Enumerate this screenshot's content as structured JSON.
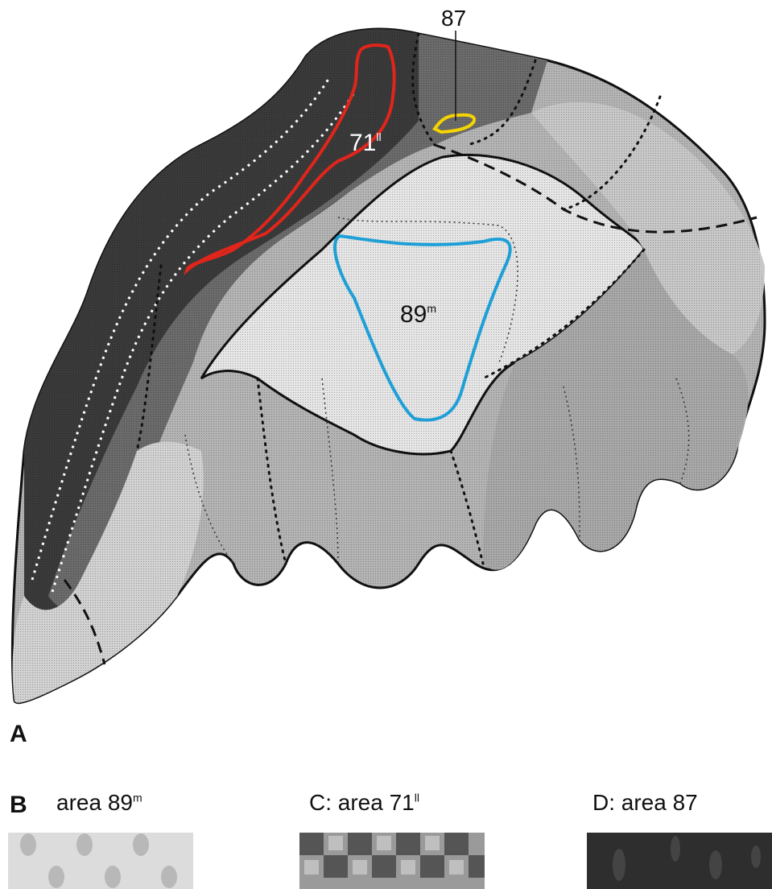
{
  "panel_a": {
    "letter": "A",
    "labels": {
      "area_71": {
        "base": "71",
        "sup": "ll",
        "outline_color": "#e1251b"
      },
      "area_87": {
        "base": "87",
        "outline_color": "#f5d400"
      },
      "area_89": {
        "base": "89",
        "sup": "m",
        "outline_color": "#1e9fd6"
      }
    }
  },
  "panel_b": {
    "letter": "B",
    "title_base": "area 89",
    "title_sup": "m"
  },
  "panel_c": {
    "title_base": "C: area 71",
    "title_sup": "ll"
  },
  "panel_d": {
    "title_base": "D: area 87"
  },
  "colors": {
    "shade_darkest": "#3a3a3a",
    "shade_dark": "#6b6b6b",
    "shade_mid": "#9c9c9c",
    "shade_light": "#c8c8c8",
    "shade_lightest": "#e6e6e6"
  }
}
